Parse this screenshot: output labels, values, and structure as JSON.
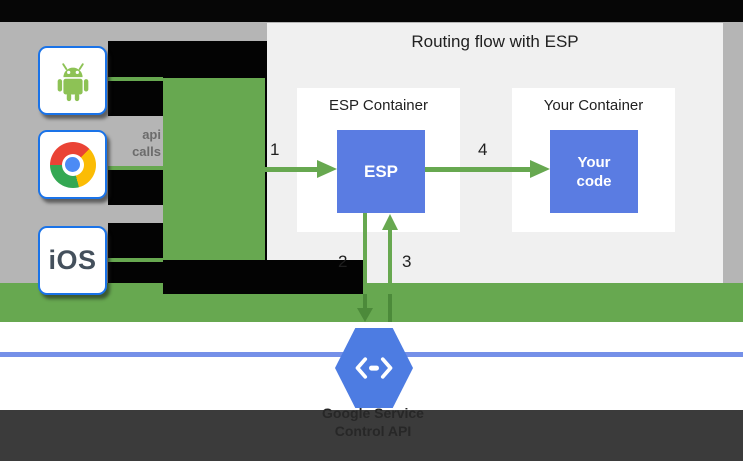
{
  "diagram": {
    "title": "Routing flow with ESP",
    "clients": {
      "android": {
        "icon": "android-robot-icon"
      },
      "chrome": {
        "icon": "chrome-logo-icon"
      },
      "ios": {
        "label": "iOS"
      }
    },
    "annotation": {
      "line1": "api",
      "line2": "calls"
    },
    "esp_container": {
      "title": "ESP Container",
      "box_label": "ESP"
    },
    "your_container": {
      "title": "Your Container",
      "box_label": "Your code"
    },
    "steps": {
      "one": "1",
      "two": "2",
      "three": "3",
      "four": "4"
    },
    "service": {
      "line1": "Google Service",
      "line2": "Control API",
      "icon": "cloud-endpoints-hexagon-icon"
    },
    "colors": {
      "green": "#67a850",
      "dark_green": "#4c8a3a",
      "box_blue": "#5a7ce2",
      "hexagon_blue": "#4d7ce2",
      "rule_blue": "#7590e8",
      "client_border_blue": "#1a73e8",
      "panel_gray": "#f0f0f0",
      "backdrop_gray": "#b5b5b5",
      "footer_band": "#3b3b3b",
      "glitch_black": "#030303",
      "android_green": "#8dc255",
      "ios_text": "#44505c"
    }
  }
}
